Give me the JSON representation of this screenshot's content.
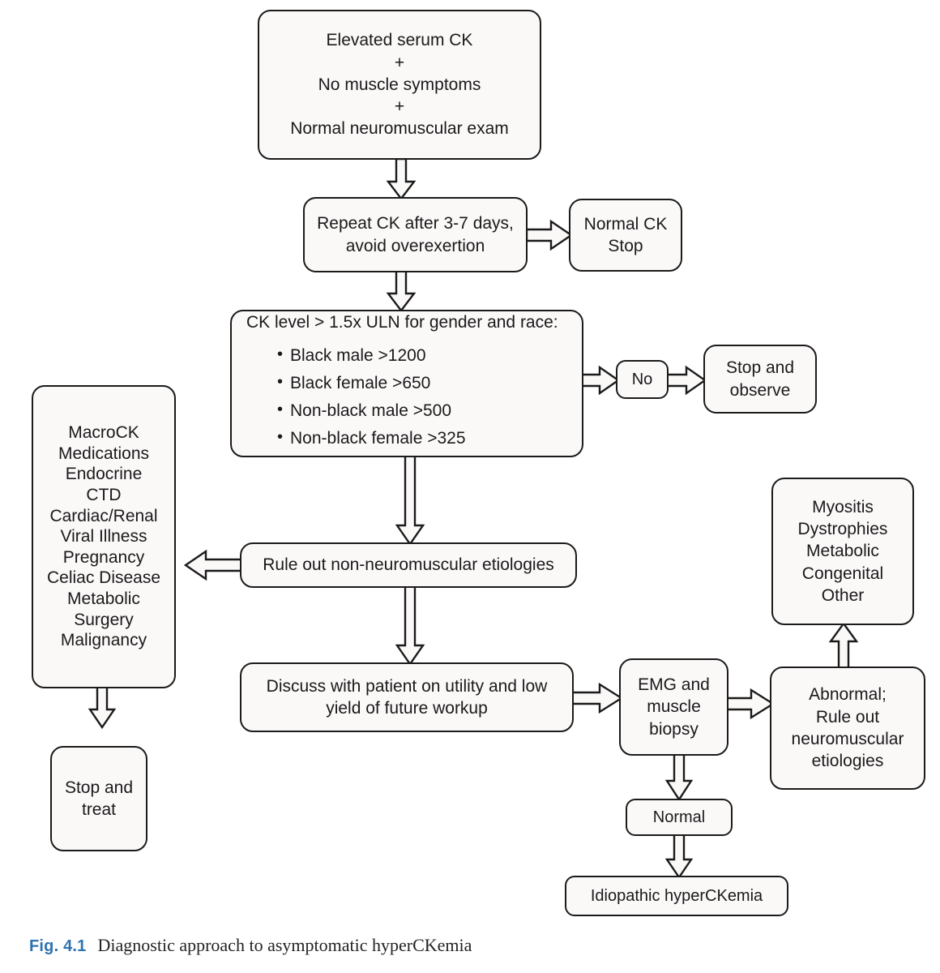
{
  "figure": {
    "caption_number": "Fig. 4.1",
    "caption_text": "Diagnostic approach to asymptomatic hyperCKemia",
    "accent_color": "#2e72b0",
    "box_fill": "#fbf8f8",
    "box_stroke": "#1b1b1b"
  },
  "nodes": {
    "start": {
      "name": "elevated-serum-ck",
      "lines": [
        "Elevated serum CK",
        "+",
        "No muscle symptoms",
        "+",
        "Normal neuromuscular exam"
      ]
    },
    "repeat_ck": {
      "name": "repeat-ck",
      "lines": [
        "Repeat CK after 3-7 days,",
        "avoid overexertion"
      ]
    },
    "normal_ck_stop": {
      "name": "normal-ck-stop",
      "lines": [
        "Normal CK",
        "Stop"
      ]
    },
    "criteria": {
      "name": "ck-level-criteria",
      "heading": "CK level > 1.5x ULN for gender and race:",
      "bullets": [
        "Black male >1200",
        "Black female >650",
        "Non-black male >500",
        "Non-black female >325"
      ]
    },
    "no": {
      "name": "no-decision",
      "lines": [
        "No"
      ]
    },
    "stop_observe": {
      "name": "stop-and-observe",
      "lines": [
        "Stop and",
        "observe"
      ]
    },
    "etiologies_list": {
      "name": "non-neuromuscular-etiologies-list",
      "lines": [
        "MacroCK",
        "Medications",
        "Endocrine",
        "CTD",
        "Cardiac/Renal",
        "Viral Illness",
        "Pregnancy",
        "Celiac Disease",
        "Metabolic",
        "Surgery",
        "Malignancy"
      ]
    },
    "rule_out": {
      "name": "rule-out-non-neuromuscular",
      "lines": [
        "Rule out non-neuromuscular etiologies"
      ]
    },
    "stop_treat": {
      "name": "stop-and-treat",
      "lines": [
        "Stop and",
        "treat"
      ]
    },
    "discuss": {
      "name": "discuss-with-patient",
      "lines": [
        "Discuss with patient on utility and low",
        "yield of future workup"
      ]
    },
    "emg": {
      "name": "emg-and-muscle-biopsy",
      "lines": [
        "EMG and",
        "muscle",
        "biopsy"
      ]
    },
    "abnormal": {
      "name": "abnormal-rule-out-neuromuscular",
      "lines": [
        "Abnormal;",
        "Rule out",
        "neuromuscular",
        "etiologies"
      ]
    },
    "myositis": {
      "name": "neuromuscular-diagnoses-list",
      "lines": [
        "Myositis",
        "Dystrophies",
        "Metabolic",
        "Congenital",
        "Other"
      ]
    },
    "normal": {
      "name": "normal-result",
      "lines": [
        "Normal"
      ]
    },
    "idiopathic": {
      "name": "idiopathic-hyperckemia",
      "lines": [
        "Idiopathic hyperCKemia"
      ]
    }
  },
  "chart_data": {
    "type": "flowchart",
    "title": "Diagnostic approach to asymptomatic hyperCKemia",
    "nodes": [
      "Elevated serum CK + No muscle symptoms + Normal neuromuscular exam",
      "Repeat CK after 3-7 days, avoid overexertion",
      "Normal CK Stop",
      "CK level > 1.5x ULN for gender and race",
      "No",
      "Stop and observe",
      "Rule out non-neuromuscular etiologies",
      "MacroCK / Medications / Endocrine / CTD / Cardiac-Renal / Viral Illness / Pregnancy / Celiac Disease / Metabolic / Surgery / Malignancy",
      "Stop and treat",
      "Discuss with patient on utility and low yield of future workup",
      "EMG and muscle biopsy",
      "Abnormal; Rule out neuromuscular etiologies",
      "Myositis / Dystrophies / Metabolic / Congenital / Other",
      "Normal",
      "Idiopathic hyperCKemia"
    ],
    "edges": [
      {
        "from": "Elevated serum CK",
        "to": "Repeat CK after 3-7 days",
        "direction": "down"
      },
      {
        "from": "Repeat CK after 3-7 days",
        "to": "Normal CK Stop",
        "direction": "right"
      },
      {
        "from": "Repeat CK after 3-7 days",
        "to": "CK level > 1.5x ULN",
        "direction": "down"
      },
      {
        "from": "CK level > 1.5x ULN",
        "to": "No",
        "direction": "right"
      },
      {
        "from": "No",
        "to": "Stop and observe",
        "direction": "right"
      },
      {
        "from": "CK level > 1.5x ULN",
        "to": "Rule out non-neuromuscular etiologies",
        "direction": "down"
      },
      {
        "from": "Rule out non-neuromuscular etiologies",
        "to": "Etiologies list",
        "direction": "left"
      },
      {
        "from": "Etiologies list",
        "to": "Stop and treat",
        "direction": "down"
      },
      {
        "from": "Rule out non-neuromuscular etiologies",
        "to": "Discuss with patient",
        "direction": "down"
      },
      {
        "from": "Discuss with patient",
        "to": "EMG and muscle biopsy",
        "direction": "right"
      },
      {
        "from": "EMG and muscle biopsy",
        "to": "Abnormal; Rule out neuromuscular etiologies",
        "direction": "right"
      },
      {
        "from": "Abnormal; Rule out neuromuscular etiologies",
        "to": "Myositis / Dystrophies / Metabolic / Congenital / Other",
        "direction": "up"
      },
      {
        "from": "EMG and muscle biopsy",
        "to": "Normal",
        "direction": "down"
      },
      {
        "from": "Normal",
        "to": "Idiopathic hyperCKemia",
        "direction": "down"
      }
    ]
  }
}
